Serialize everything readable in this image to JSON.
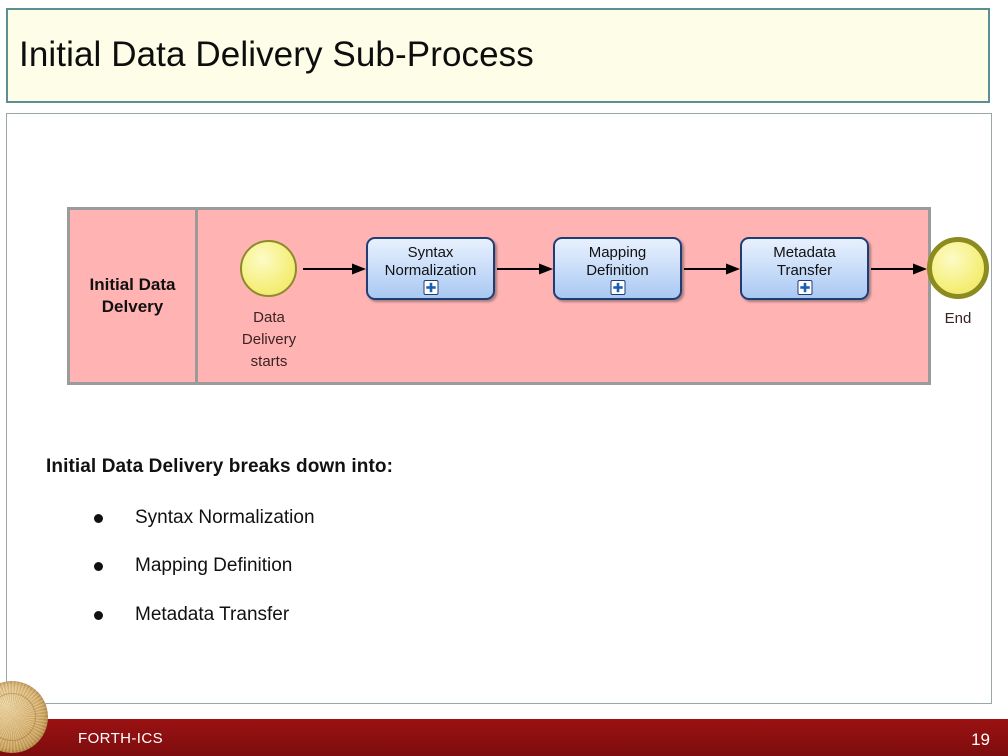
{
  "slide": {
    "title": "Initial Data Delivery Sub-Process",
    "title_bg": "#fdfde8",
    "title_border": "#5b8f94"
  },
  "diagram": {
    "type": "bpmn-process",
    "pool_label": "Initial Data\nDelvery",
    "pool_fill": "#ffb3b3",
    "pool_border": "#9b9b9b",
    "start_event": {
      "name": "start-event",
      "label": "Data\nDelivery\nstarts",
      "fill": "#f5ef7a",
      "border": "#8c8b2b"
    },
    "tasks": [
      {
        "label": "Syntax\nNormalization",
        "marker": "subprocess-plus"
      },
      {
        "label": "Mapping\nDefinition",
        "marker": "subprocess-plus"
      },
      {
        "label": "Metadata\nTransfer",
        "marker": "subprocess-plus"
      }
    ],
    "task_fill": "#cfe2fa",
    "task_border": "#1f3d73",
    "end_event": {
      "name": "end-event",
      "label": "End",
      "fill": "#f5ef7a",
      "border": "#8c8b20"
    },
    "connectors": 4
  },
  "body": {
    "lead_line": "Initial Data Delivery breaks down into:",
    "bullets": [
      "Syntax Normalization",
      "Mapping Definition",
      "Metadata Transfer"
    ]
  },
  "footer": {
    "organization": "FORTH-ICS",
    "page_number": "19",
    "bar_color": "#8b0f10",
    "logo": "forth-disc-logo"
  }
}
